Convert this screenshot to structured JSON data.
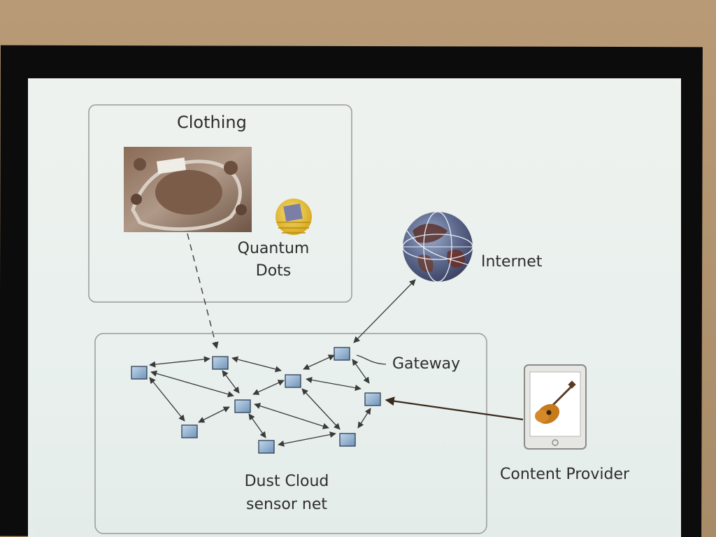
{
  "clothing": {
    "title": "Clothing",
    "quantum_dots": "Quantum\nDots"
  },
  "internet": {
    "label": "Internet"
  },
  "gateway": {
    "label": "Gateway"
  },
  "dust_cloud": {
    "label_line1": "Dust Cloud",
    "label_line2": "sensor net"
  },
  "content_provider": {
    "label": "Content Provider"
  },
  "icons": [
    "fabric-photo",
    "quantum-dot-icon",
    "globe-icon",
    "sensor-node",
    "tablet-icon",
    "guitar-icon"
  ],
  "colors": {
    "box_stroke": "#9a9a9a",
    "node_fill": "#8fb0cf",
    "arrow": "#3a3a3a",
    "screen": "#eaf0ed"
  }
}
